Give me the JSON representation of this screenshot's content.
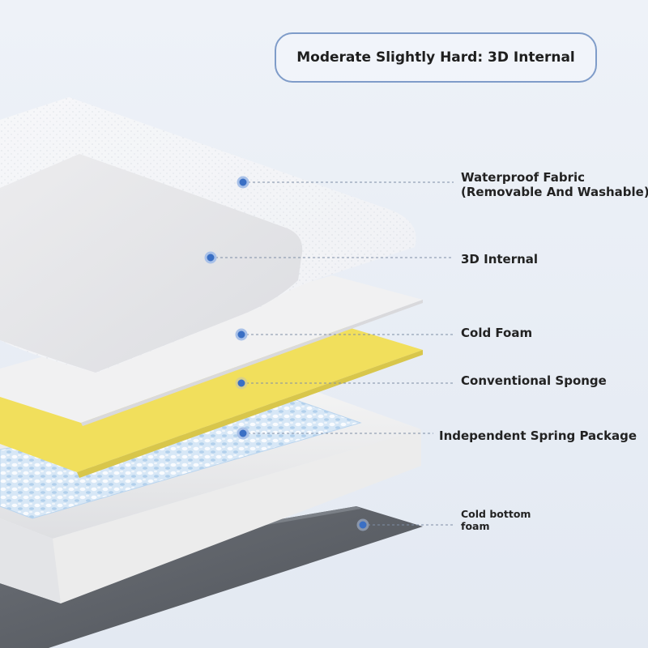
{
  "title": "Moderate Slightly Hard: 3D Internal",
  "layers": [
    {
      "lines": [
        "Waterproof Fabric",
        "(Removable And Washable)"
      ]
    },
    {
      "lines": [
        "3D Internal"
      ]
    },
    {
      "lines": [
        "Cold Foam"
      ]
    },
    {
      "lines": [
        "Conventional Sponge"
      ]
    },
    {
      "lines": [
        "Independent Spring Package"
      ]
    },
    {
      "lines": [
        "Cold bottom",
        "foam"
      ]
    }
  ],
  "colors": {
    "background": "#e8edf5",
    "title_border": "#7f9cc9",
    "marker_dot": "#3a6fc4",
    "leader_line": "#7e8ea6",
    "fabric": "#f3f4f7",
    "inner_panel": "#e4e5e8",
    "cold_foam": "#f0f0f0",
    "sponge": "#f1df5c",
    "spring": "#cfe3f5",
    "spring_frame": "#eeeeee",
    "bottom_foam": "#5e6268"
  },
  "icons": [
    "marker-dot-icon"
  ]
}
